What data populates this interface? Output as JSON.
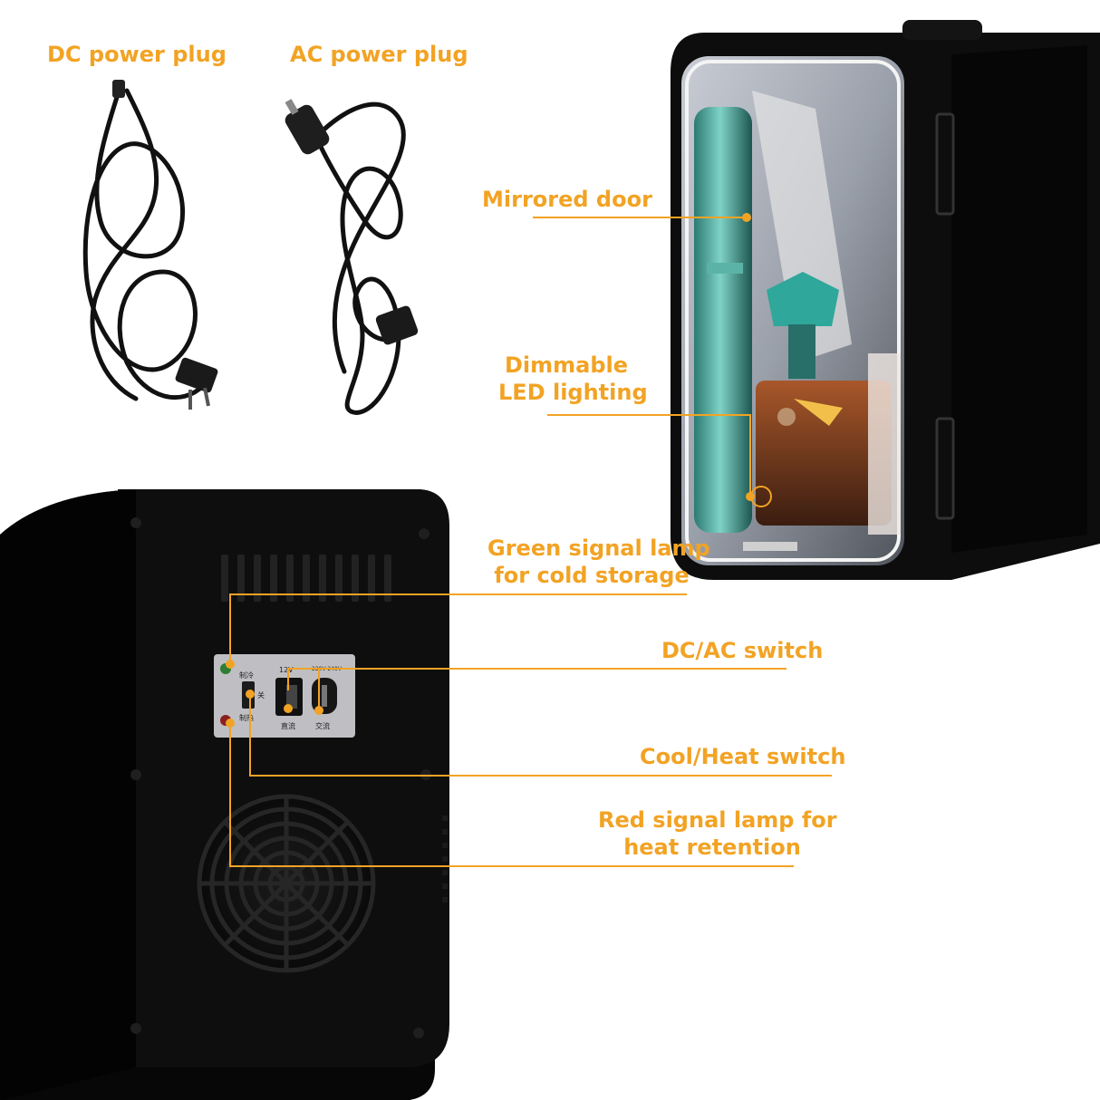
{
  "accent_color": "#f2a324",
  "labels": {
    "dc_power_plug": "DC power plug",
    "ac_power_plug": "AC power plug",
    "mirrored_door": "Mirrored door",
    "dimmable_led_1": "Dimmable",
    "dimmable_led_2": "LED lighting",
    "green_lamp_1": "Green signal lamp",
    "green_lamp_2": "for cold storage",
    "dc_ac_switch": "DC/AC switch",
    "cool_heat_switch": "Cool/Heat switch",
    "red_lamp_1": "Red signal lamp for",
    "red_lamp_2": "heat retention"
  },
  "control_panel": {
    "cool_text": "制冷",
    "off_text": "关",
    "heat_text": "制热",
    "voltage_12v": "12V",
    "voltage_ac": "220V-240V",
    "dc_text": "直流",
    "ac_text": "交流"
  },
  "icons": {
    "cords": "power-cord-icon",
    "fridge": "mini-fridge-icon",
    "fan": "fan-grille-icon",
    "touch_button": "touch-button-icon"
  }
}
